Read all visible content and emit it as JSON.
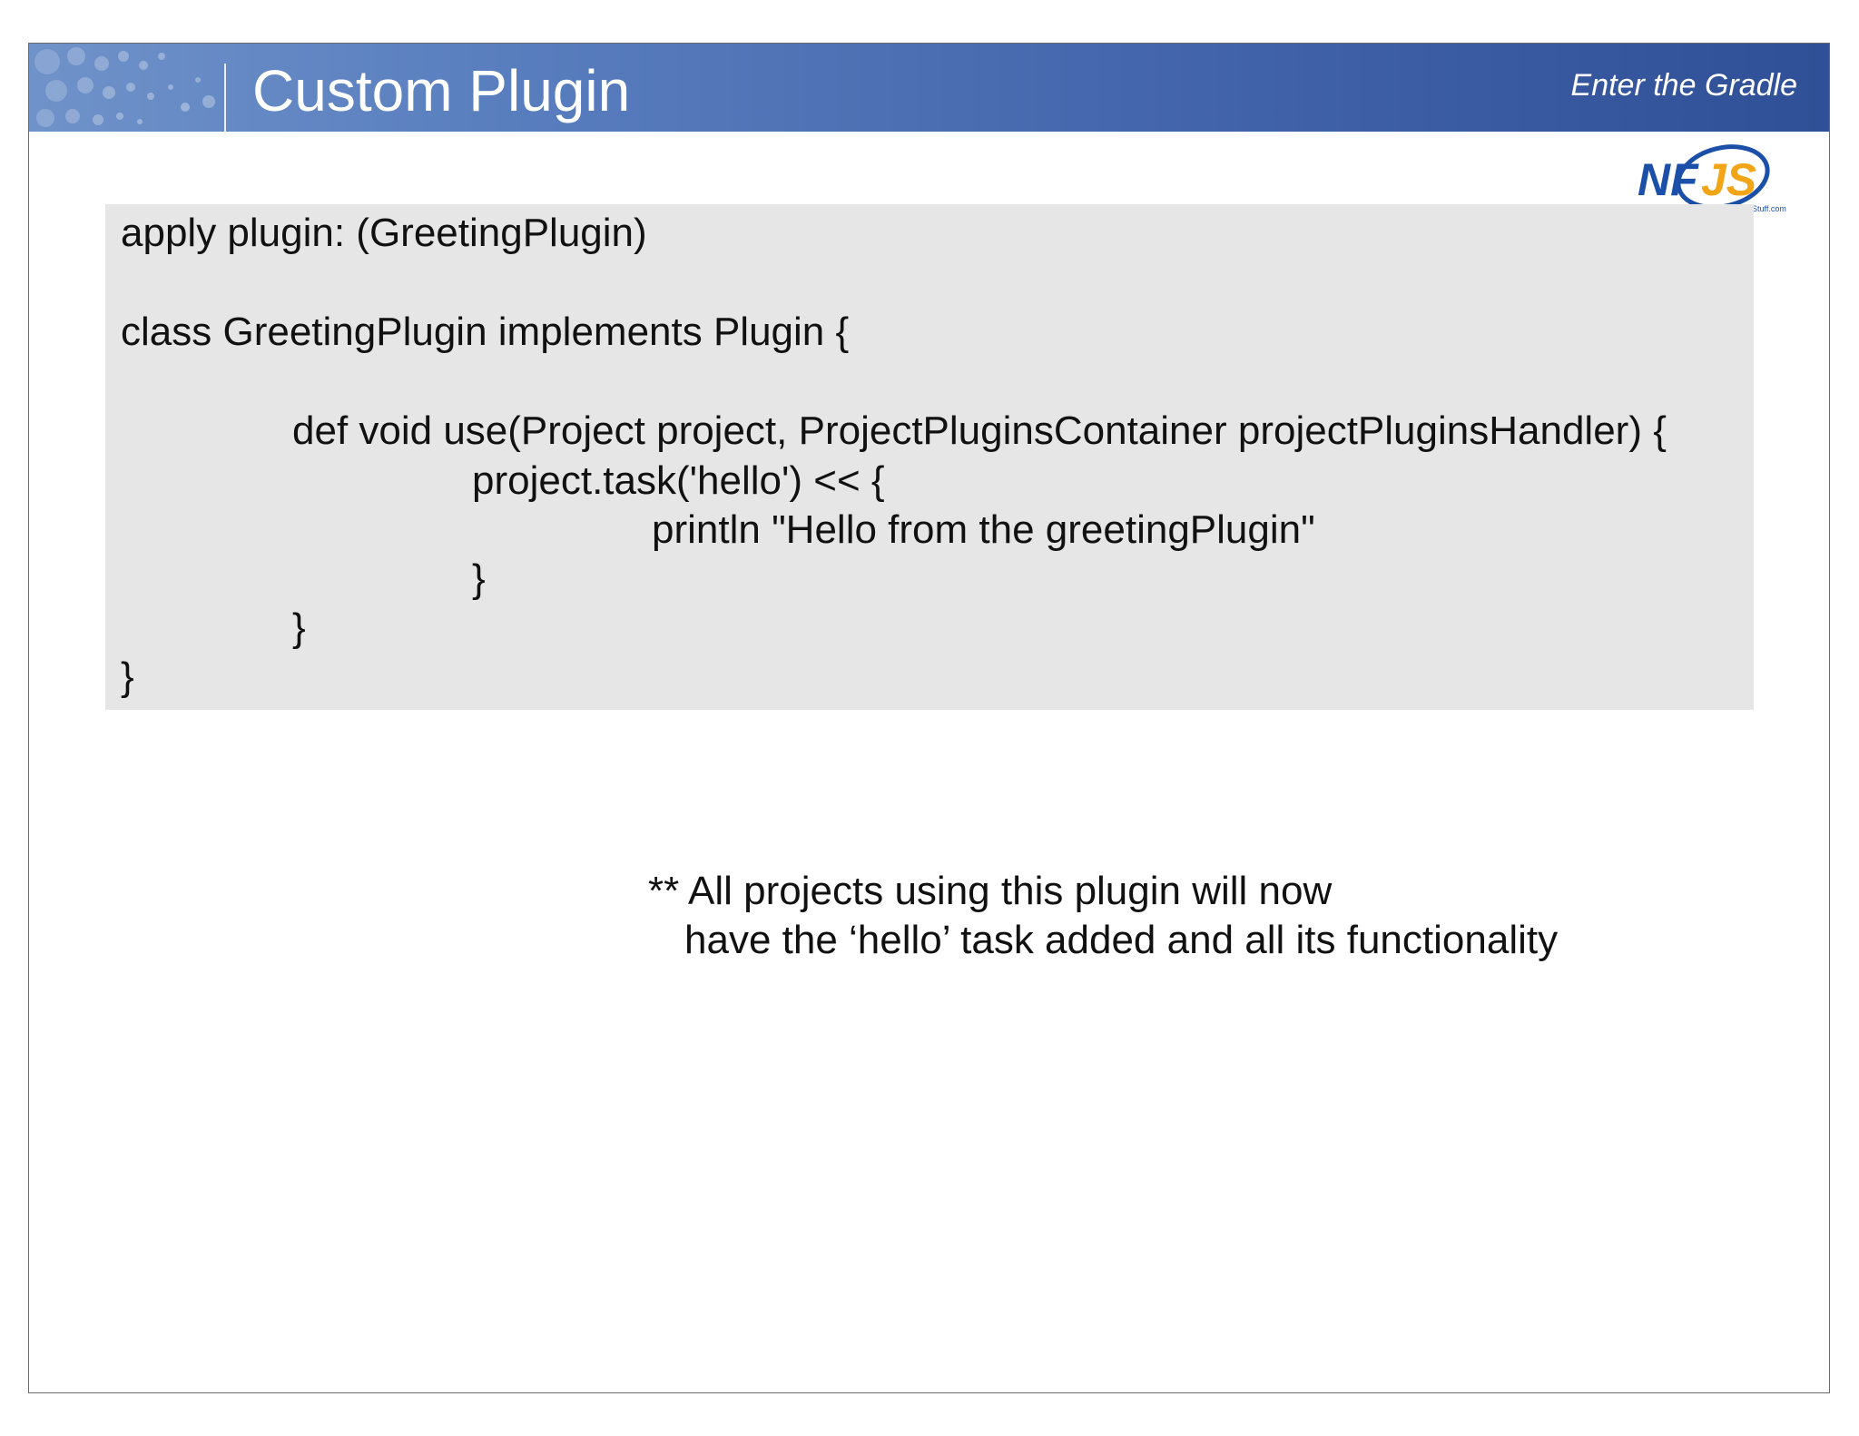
{
  "header": {
    "title": "Custom Plugin",
    "deck_title": "Enter the Gradle"
  },
  "logo": {
    "text": "NFJS",
    "tagline": "NoFluffJustStuff.com",
    "colors": {
      "blue": "#1b4fa8",
      "orange": "#f2a516"
    }
  },
  "code": {
    "lines": [
      "apply plugin: (GreetingPlugin)",
      "class GreetingPlugin implements Plugin {",
      "def void use(Project project, ProjectPluginsContainer projectPluginsHandler) {",
      "project.task('hello') << {",
      "println \"Hello from the greetingPlugin\"",
      "}",
      "}",
      "}"
    ]
  },
  "note": {
    "line1": "** All projects using this plugin will now",
    "line2": "have the ‘hello’ task added and all its functionality"
  },
  "colors": {
    "header_start": "#6f92c9",
    "header_end": "#2f4f96",
    "code_background": "#e6e6e6"
  }
}
